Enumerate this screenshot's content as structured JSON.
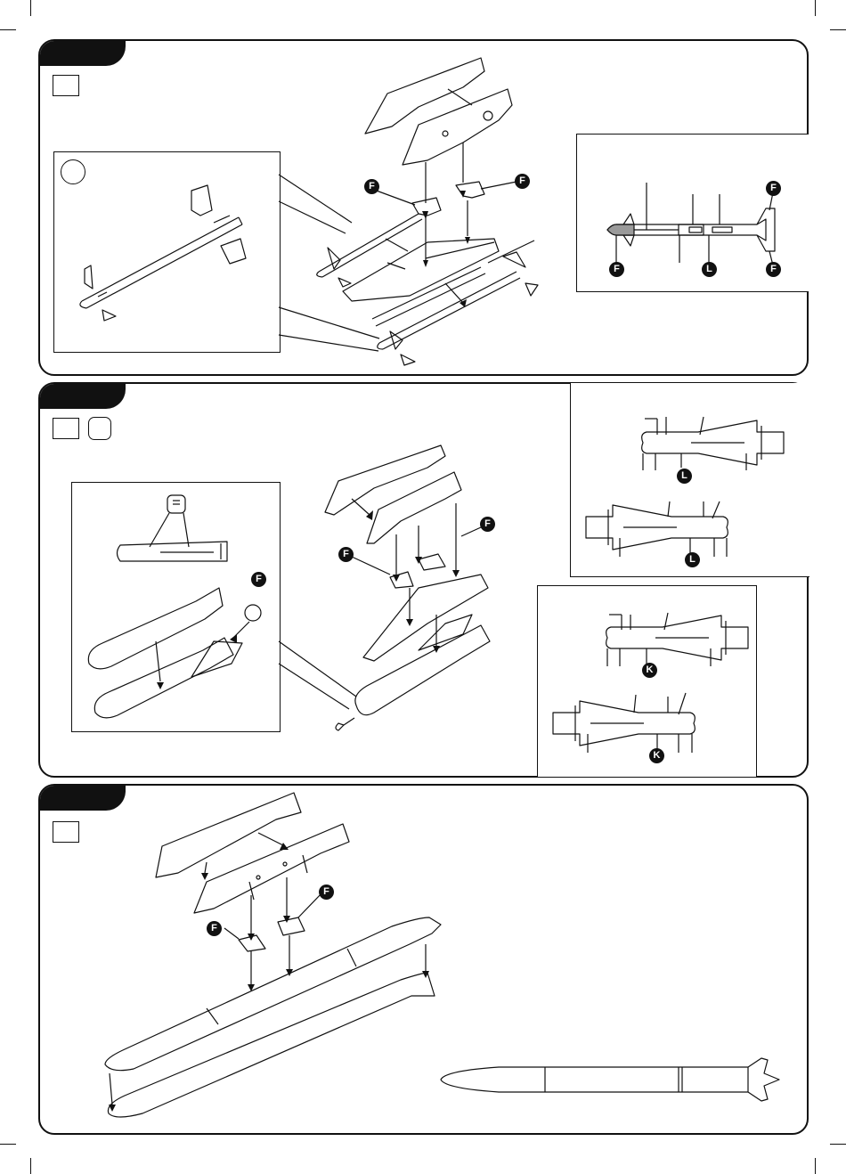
{
  "labels": {
    "f": "F",
    "l": "L",
    "k": "K"
  },
  "colors": {
    "ink": "#111111",
    "paper": "#ffffff",
    "nose_fill": "#9a9a9a"
  },
  "icons": [
    "step-number-tab",
    "option-box",
    "callout-circle",
    "part-label-badge",
    "assembly-arrow"
  ]
}
